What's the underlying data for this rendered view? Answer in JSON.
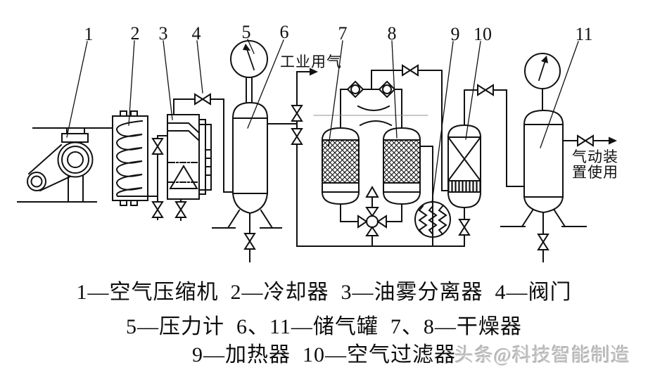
{
  "diagram": {
    "part_numbers": [
      "1",
      "2",
      "3",
      "4",
      "5",
      "6",
      "7",
      "8",
      "9",
      "10",
      "11"
    ],
    "annotations": {
      "industrial_air": "工业用气",
      "pneumatic_device_line1": "气动装",
      "pneumatic_device_line2": "置使用"
    }
  },
  "legend": {
    "lines": [
      "1—空气压缩机  2—冷却器  3—油雾分离器  4—阀门",
      "5—压力计  6、11—储气罐  7、8—干燥器",
      "9—加热器  10—空气过滤器"
    ],
    "components": [
      {
        "num": "1",
        "name": "空气压缩机"
      },
      {
        "num": "2",
        "name": "冷却器"
      },
      {
        "num": "3",
        "name": "油雾分离器"
      },
      {
        "num": "4",
        "name": "阀门"
      },
      {
        "num": "5",
        "name": "压力计"
      },
      {
        "num": "6、11",
        "name": "储气罐"
      },
      {
        "num": "7、8",
        "name": "干燥器"
      },
      {
        "num": "9",
        "name": "加热器"
      },
      {
        "num": "10",
        "name": "空气过滤器"
      }
    ]
  },
  "watermark": "头条@科技智能制造",
  "colors": {
    "line": "#111111",
    "background": "#ffffff",
    "watermark": "#c3c3c3"
  }
}
